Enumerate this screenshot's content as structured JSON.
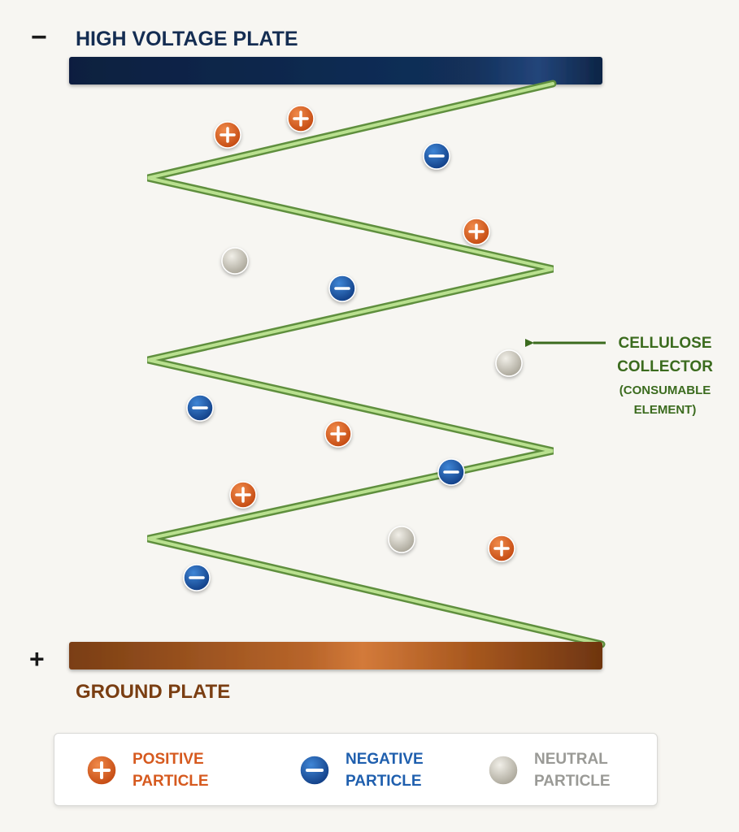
{
  "top_plate": {
    "sign": "−",
    "label": "HIGH VOLTAGE PLATE"
  },
  "bottom_plate": {
    "sign": "+",
    "label": "GROUND PLATE"
  },
  "collector": {
    "line1": "CELLULOSE",
    "line2": "COLLECTOR",
    "line3": "(CONSUMABLE",
    "line4": "ELEMENT)"
  },
  "legend": {
    "positive": {
      "line1": "POSITIVE",
      "line2": "PARTICLE",
      "symbol": "+"
    },
    "negative": {
      "line1": "NEGATIVE",
      "line2": "PARTICLE",
      "symbol": "−"
    },
    "neutral": {
      "line1": "NEUTRAL",
      "line2": "PARTICLE"
    }
  },
  "colors": {
    "positive": "#d65a1f",
    "negative": "#1f5fae",
    "neutral": "#c9c6bc",
    "top_plate": "#0d2445",
    "bottom_plate": "#8a4a1c",
    "collector": "#8fc46a",
    "collector_label": "#3b6b1e",
    "ground_label": "#7a3e12",
    "hv_label": "#142d52"
  }
}
